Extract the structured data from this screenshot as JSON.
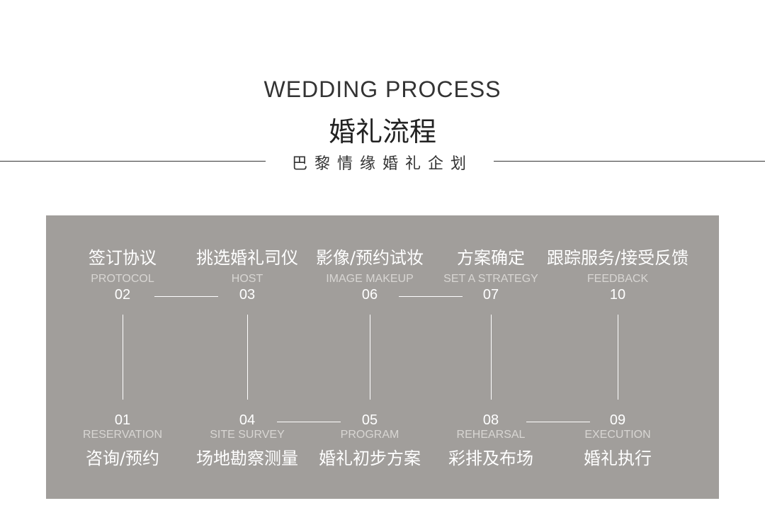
{
  "title_en": "WEDDING PROCESS",
  "title_cn": "婚礼流程",
  "subtitle": "巴黎情缘婚礼企划",
  "top": [
    {
      "cn": "签订协议",
      "en": "PROTOCOL",
      "num": "02"
    },
    {
      "cn": "挑选婚礼司仪",
      "en": "HOST",
      "num": "03"
    },
    {
      "cn": "影像/预约试妆",
      "en": "IMAGE MAKEUP",
      "num": "06"
    },
    {
      "cn": "方案确定",
      "en": "SET A STRATEGY",
      "num": "07"
    },
    {
      "cn": "跟踪服务/接受反馈",
      "en": "FEEDBACK",
      "num": "10"
    }
  ],
  "bottom": [
    {
      "cn": "咨询/预约",
      "en": "RESERVATION",
      "num": "01"
    },
    {
      "cn": "场地勘察测量",
      "en": "SITE SURVEY",
      "num": "04"
    },
    {
      "cn": "婚礼初步方案",
      "en": "PROGRAM",
      "num": "05"
    },
    {
      "cn": "彩排及布场",
      "en": "REHEARSAL",
      "num": "08"
    },
    {
      "cn": "婚礼执行",
      "en": "EXECUTION",
      "num": "09"
    }
  ]
}
